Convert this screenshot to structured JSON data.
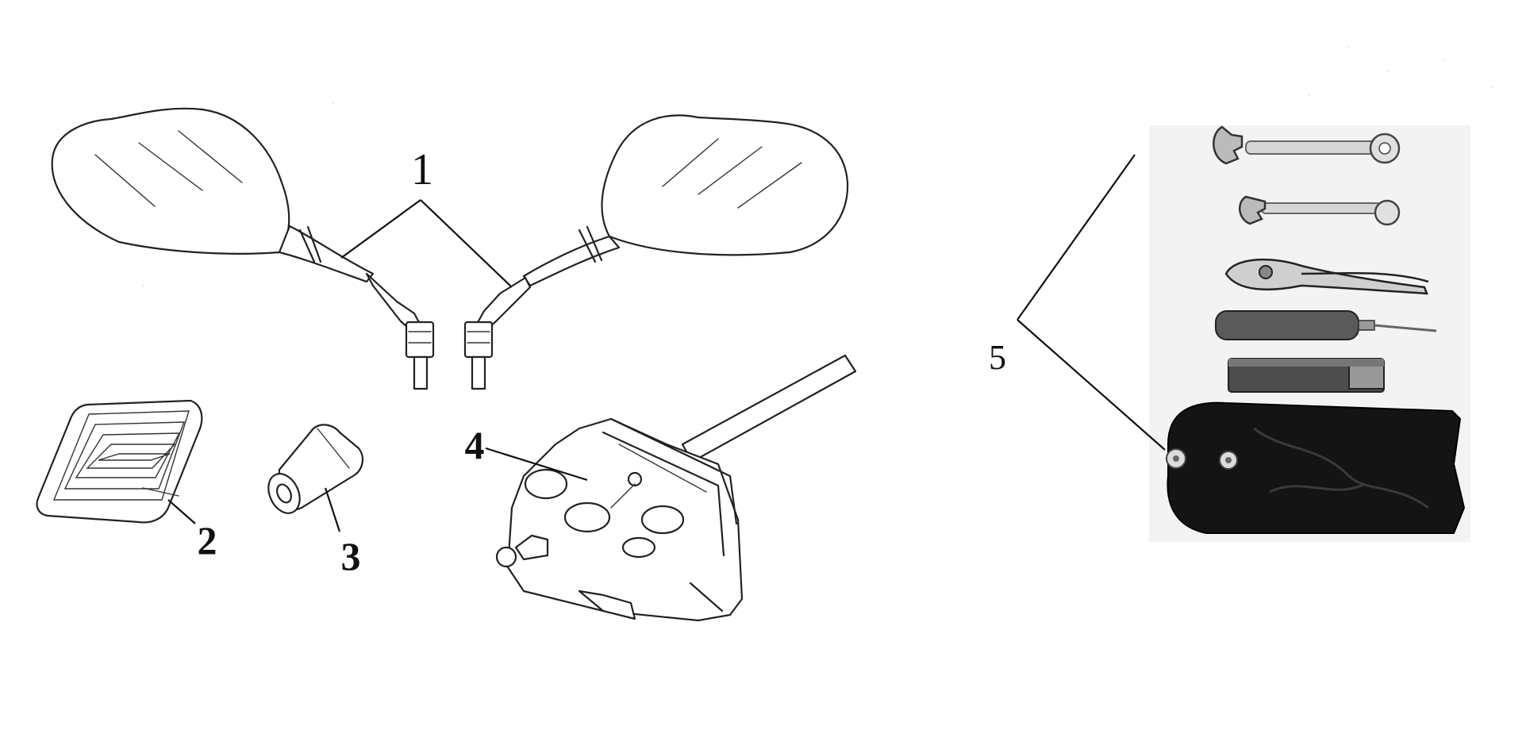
{
  "callouts": {
    "item1": "1",
    "item2": "2",
    "item3": "3",
    "item4": "4",
    "item5": "5"
  },
  "colors": {
    "ink": "#222222",
    "pouch": "#151515",
    "photo_bg": "#f2f2f2",
    "handle": "#555555"
  },
  "icons": {
    "item1": "rear-view-mirror-pair-icon",
    "item2": "rubber-boot-icon",
    "item3": "handlebar-grip-end-icon",
    "item4": "brake-master-cylinder-switch-icon",
    "item5": "tool-kit-photo-icon"
  }
}
